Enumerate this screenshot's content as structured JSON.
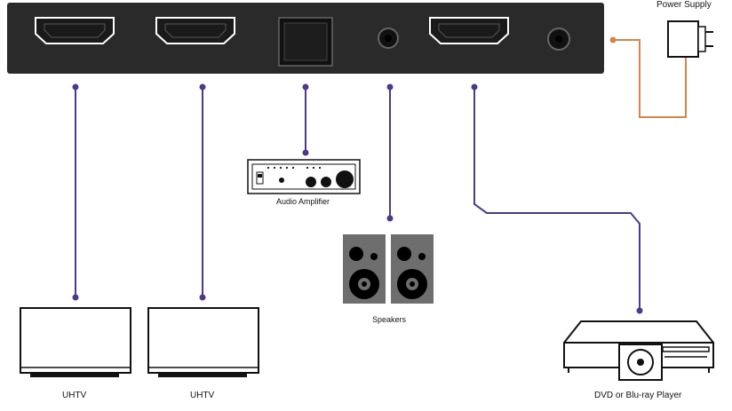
{
  "labels": {
    "power_supply": "Power Supply",
    "audio_amplifier": "Audio Amplifier",
    "speakers": "Speakers",
    "tv1": "UHTV",
    "tv2": "UHTV",
    "player": "DVD or Blu-ray Player"
  },
  "colors": {
    "device_body": "#2a2a2a",
    "port_border": "#ffffff",
    "signal_line": "#4b3a8c",
    "power_line": "#d4864a",
    "speaker_box": "#6e6e6e",
    "speaker_driver": "#000000",
    "outline": "#111111"
  },
  "icons": {
    "hdmi_port": "hdmi-port-icon",
    "optical_port": "optical-port-icon",
    "audio_jack": "audio-jack-icon",
    "dc_port": "dc-power-port-icon",
    "power_adapter": "power-adapter-icon",
    "amplifier": "audio-amplifier-icon",
    "speaker": "speaker-icon",
    "tv": "tv-icon",
    "player": "disc-player-icon"
  }
}
